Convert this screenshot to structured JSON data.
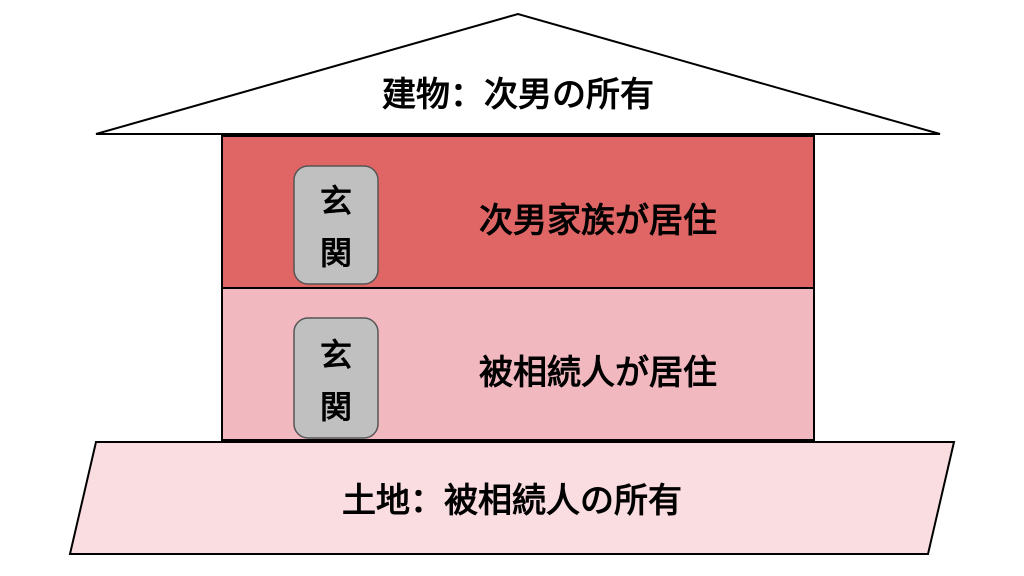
{
  "roof": {
    "label": "建物：次男の所有"
  },
  "upper_floor": {
    "label": "次男家族が居住",
    "door_line1": "玄",
    "door_line2": "関"
  },
  "lower_floor": {
    "label": "被相続人が居住",
    "door_line1": "玄",
    "door_line2": "関"
  },
  "land": {
    "label": "土地：被相続人の所有"
  },
  "colors": {
    "roof_fill": "#ffffff",
    "upper_floor_fill": "#e06666",
    "lower_floor_fill": "#f2b8c0",
    "land_fill": "#f9dde0",
    "door_fill": "#c0c0c0",
    "outline": "#000000"
  }
}
